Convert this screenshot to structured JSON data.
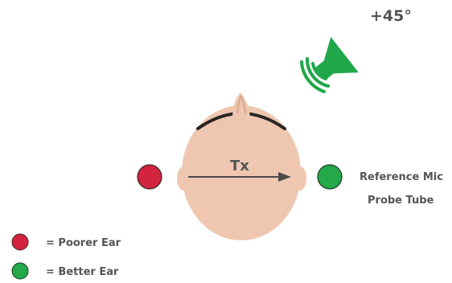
{
  "diagram": {
    "speaker_angle": "+45°",
    "tx_label": "Tx",
    "right_labels": {
      "line1": "Reference Mic",
      "line2": "Probe Tube"
    },
    "legend": [
      {
        "label": "= Poorer Ear",
        "color": "#d2233f"
      },
      {
        "label": "= Better Ear",
        "color": "#23a84a"
      }
    ],
    "colors": {
      "speaker": "#1fa74a",
      "skin": "#efc7b0",
      "skin_shadow": "#d9ab93",
      "hair": "#2a2522",
      "arrow": "#4a4a4a",
      "text": "#555555"
    }
  }
}
